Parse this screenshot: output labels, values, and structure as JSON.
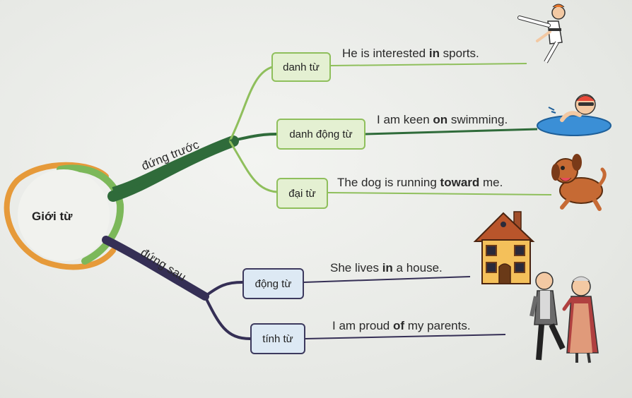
{
  "center": {
    "label": "Giới từ"
  },
  "branches": [
    {
      "label": "đứng trước",
      "color": "#2f6b3a",
      "items": [
        {
          "label": "danh từ",
          "sentence_pre": "He is interested ",
          "sentence_bold": "in",
          "sentence_post": " sports.",
          "icon": "karate-kick-illustration"
        },
        {
          "label": "danh động từ",
          "sentence_pre": "I am keen ",
          "sentence_bold": "on",
          "sentence_post": " swimming.",
          "icon": "swimmer-illustration"
        },
        {
          "label": "đại từ",
          "sentence_pre": "The dog is running ",
          "sentence_bold": "toward",
          "sentence_post": " me.",
          "icon": "running-dog-illustration"
        }
      ]
    },
    {
      "label": "đứng sau",
      "color": "#352f55",
      "items": [
        {
          "label": "động từ",
          "sentence_pre": "She lives ",
          "sentence_bold": "in",
          "sentence_post": " a house.",
          "icon": "house-illustration"
        },
        {
          "label": "tính từ",
          "sentence_pre": "I am proud ",
          "sentence_bold": "of",
          "sentence_post": " my parents.",
          "icon": "elderly-parents-illustration"
        }
      ]
    }
  ]
}
